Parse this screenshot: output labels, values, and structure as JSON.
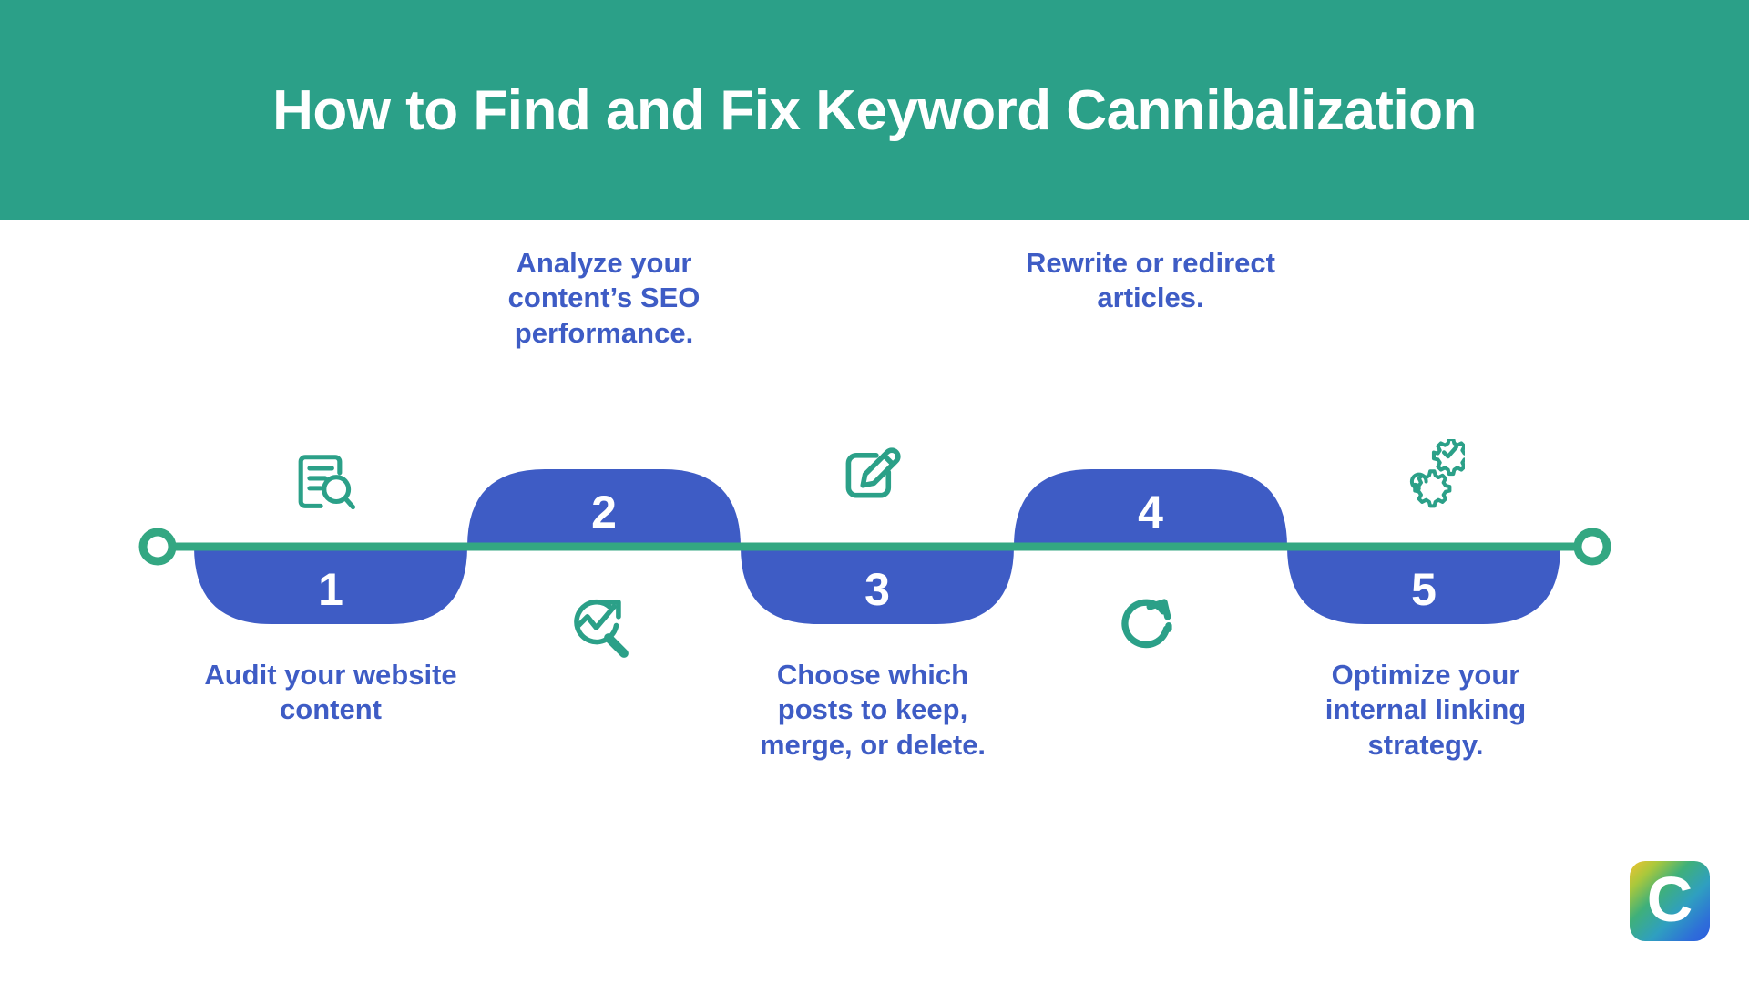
{
  "header": {
    "title": "How to Find and Fix Keyword Cannibalization",
    "background_color": "#2BA088",
    "text_color": "#FFFFFF"
  },
  "colors": {
    "green": "#2BA088",
    "line_green": "#33A782",
    "blue": "#3E5CC5",
    "caption_blue": "#3E5CC5",
    "white": "#FFFFFF"
  },
  "timeline": {
    "line_color": "#33A782",
    "endpoint_left": "circle-marker",
    "endpoint_right": "circle-marker",
    "steps": [
      {
        "number": "1",
        "caption": "Audit your website content",
        "caption_position": "below",
        "icon": "document-search-icon",
        "icon_position": "above",
        "bump_direction": "down"
      },
      {
        "number": "2",
        "caption": "Analyze your content’s SEO performance.",
        "caption_position": "above",
        "icon": "analytics-magnifier-icon",
        "icon_position": "below",
        "bump_direction": "up"
      },
      {
        "number": "3",
        "caption": "Choose which posts to keep, merge, or delete.",
        "caption_position": "below",
        "icon": "edit-pencil-square-icon",
        "icon_position": "above",
        "bump_direction": "down"
      },
      {
        "number": "4",
        "caption": "Rewrite or redirect articles.",
        "caption_position": "above",
        "icon": "refresh-redirect-icon",
        "icon_position": "below",
        "bump_direction": "up"
      },
      {
        "number": "5",
        "caption": "Optimize your internal linking strategy.",
        "caption_position": "below",
        "icon": "gears-check-icon",
        "icon_position": "above",
        "bump_direction": "down"
      }
    ]
  },
  "logo": {
    "letter": "C",
    "name": "brand-logo"
  }
}
